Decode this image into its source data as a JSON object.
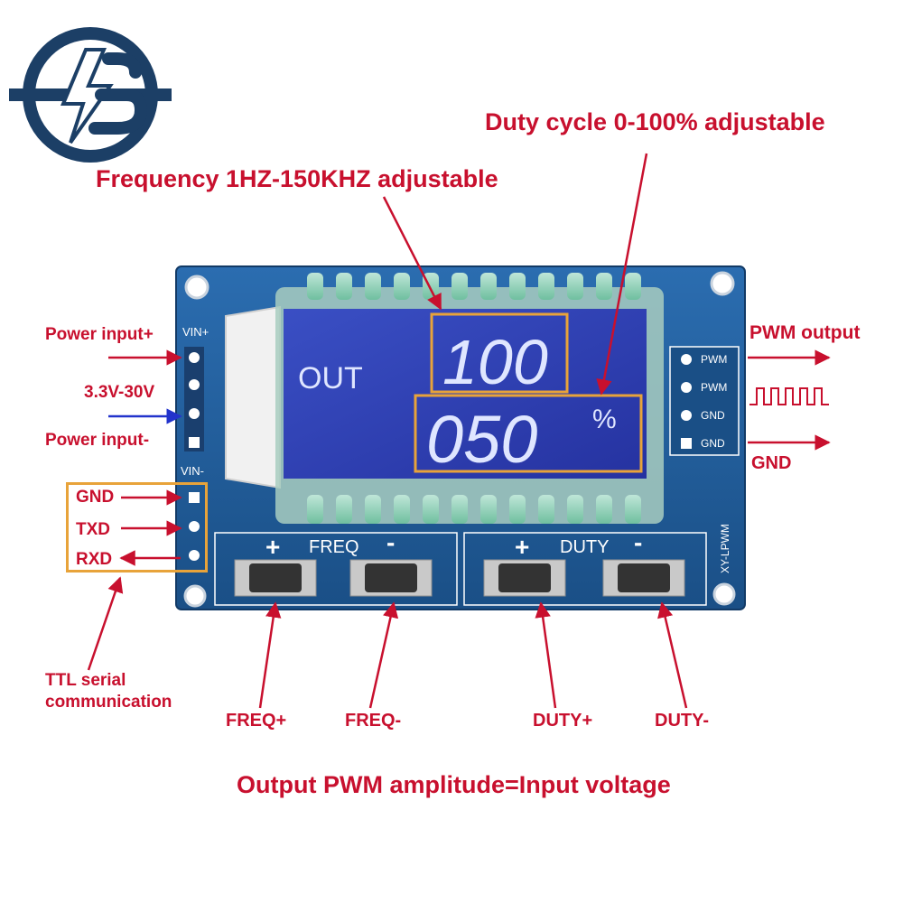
{
  "colors": {
    "annotation_red": "#c8102e",
    "arrow_blue": "#2233cc",
    "highlight_orange": "#e8a33a",
    "pcb_blue": "#1f5f9c",
    "lcd_blue": "#2f3fb0",
    "logo_navy": "#1c3f66"
  },
  "logo": {
    "icon": "bolt-s-logo-icon"
  },
  "annotations": {
    "duty_cycle": "Duty cycle 0-100%  adjustable",
    "frequency": "Frequency 1HZ-150KHZ adjustable",
    "power_input_plus": "Power input+",
    "voltage_range": "3.3V-30V",
    "power_input_minus": "Power input-",
    "gnd": "GND",
    "txd": "TXD",
    "rxd": "RXD",
    "ttl_line1": "TTL serial",
    "ttl_line2": "communication",
    "pwm_output": "PWM output",
    "gnd_output": "GND",
    "freq_plus": "FREQ+",
    "freq_minus": "FREQ-",
    "duty_plus": "DUTY+",
    "duty_minus": "DUTY-",
    "bottom_note": "Output PWM amplitude=Input voltage"
  },
  "board": {
    "vin_plus": "VIN+",
    "vin_minus": "VIN-",
    "pins_right": [
      "PWM",
      "PWM",
      "GND",
      "GND"
    ],
    "freq_group": {
      "plus": "+",
      "label": "FREQ",
      "minus": "-"
    },
    "duty_group": {
      "plus": "+",
      "label": "DUTY",
      "minus": "-"
    },
    "model": "XY-LPWM"
  },
  "lcd": {
    "out_label": "OUT",
    "frequency_value": "100",
    "duty_value": "050",
    "percent_sign": "%"
  }
}
